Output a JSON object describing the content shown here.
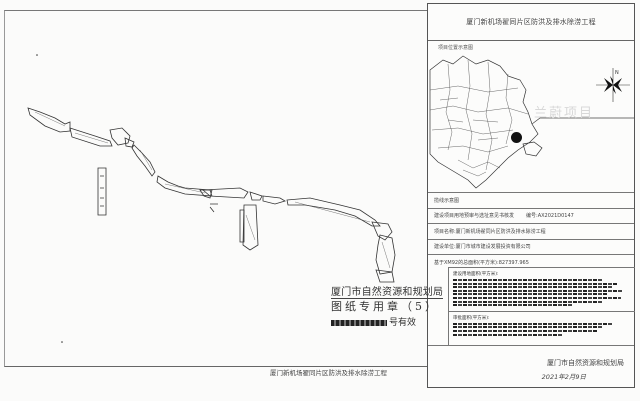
{
  "document": {
    "title_block": {
      "project_title": "厦门新机场翟同片区防洪及排水除涝工程"
    },
    "location_map": {
      "label": "项目位置示意图",
      "compass_label": "N",
      "faint_overlay_text": "兰蔚项目"
    },
    "info_rows": [
      {
        "label": "揽线示意图"
      },
      {
        "label": "建设项目用地预审与选址意见书核发",
        "extra": "编号:AX2021D0147"
      },
      {
        "label": "项目名称:厦门新机场翟同片区防洪及排水除涝工程"
      },
      {
        "label": "建设单位:厦门市城市建设发展投资有限公司"
      },
      {
        "label": "基于XM92的总面积(平方米):827397.965"
      }
    ],
    "detail_blocks": [
      {
        "title": "建设用地面积(平方米):",
        "lines": 10
      },
      {
        "title": "审批面积(平方米):",
        "lines": 6
      }
    ],
    "signature": {
      "organization": "厦门市自然资源和规划局",
      "date": "2021年2月9日"
    },
    "drawing_caption": "厦门新机场翟同片区防洪及排水除涝工程",
    "stamp": {
      "line1": "厦门市自然资源和规划局",
      "line2": "图纸专用章（5）",
      "line3_suffix": "号有效"
    }
  }
}
